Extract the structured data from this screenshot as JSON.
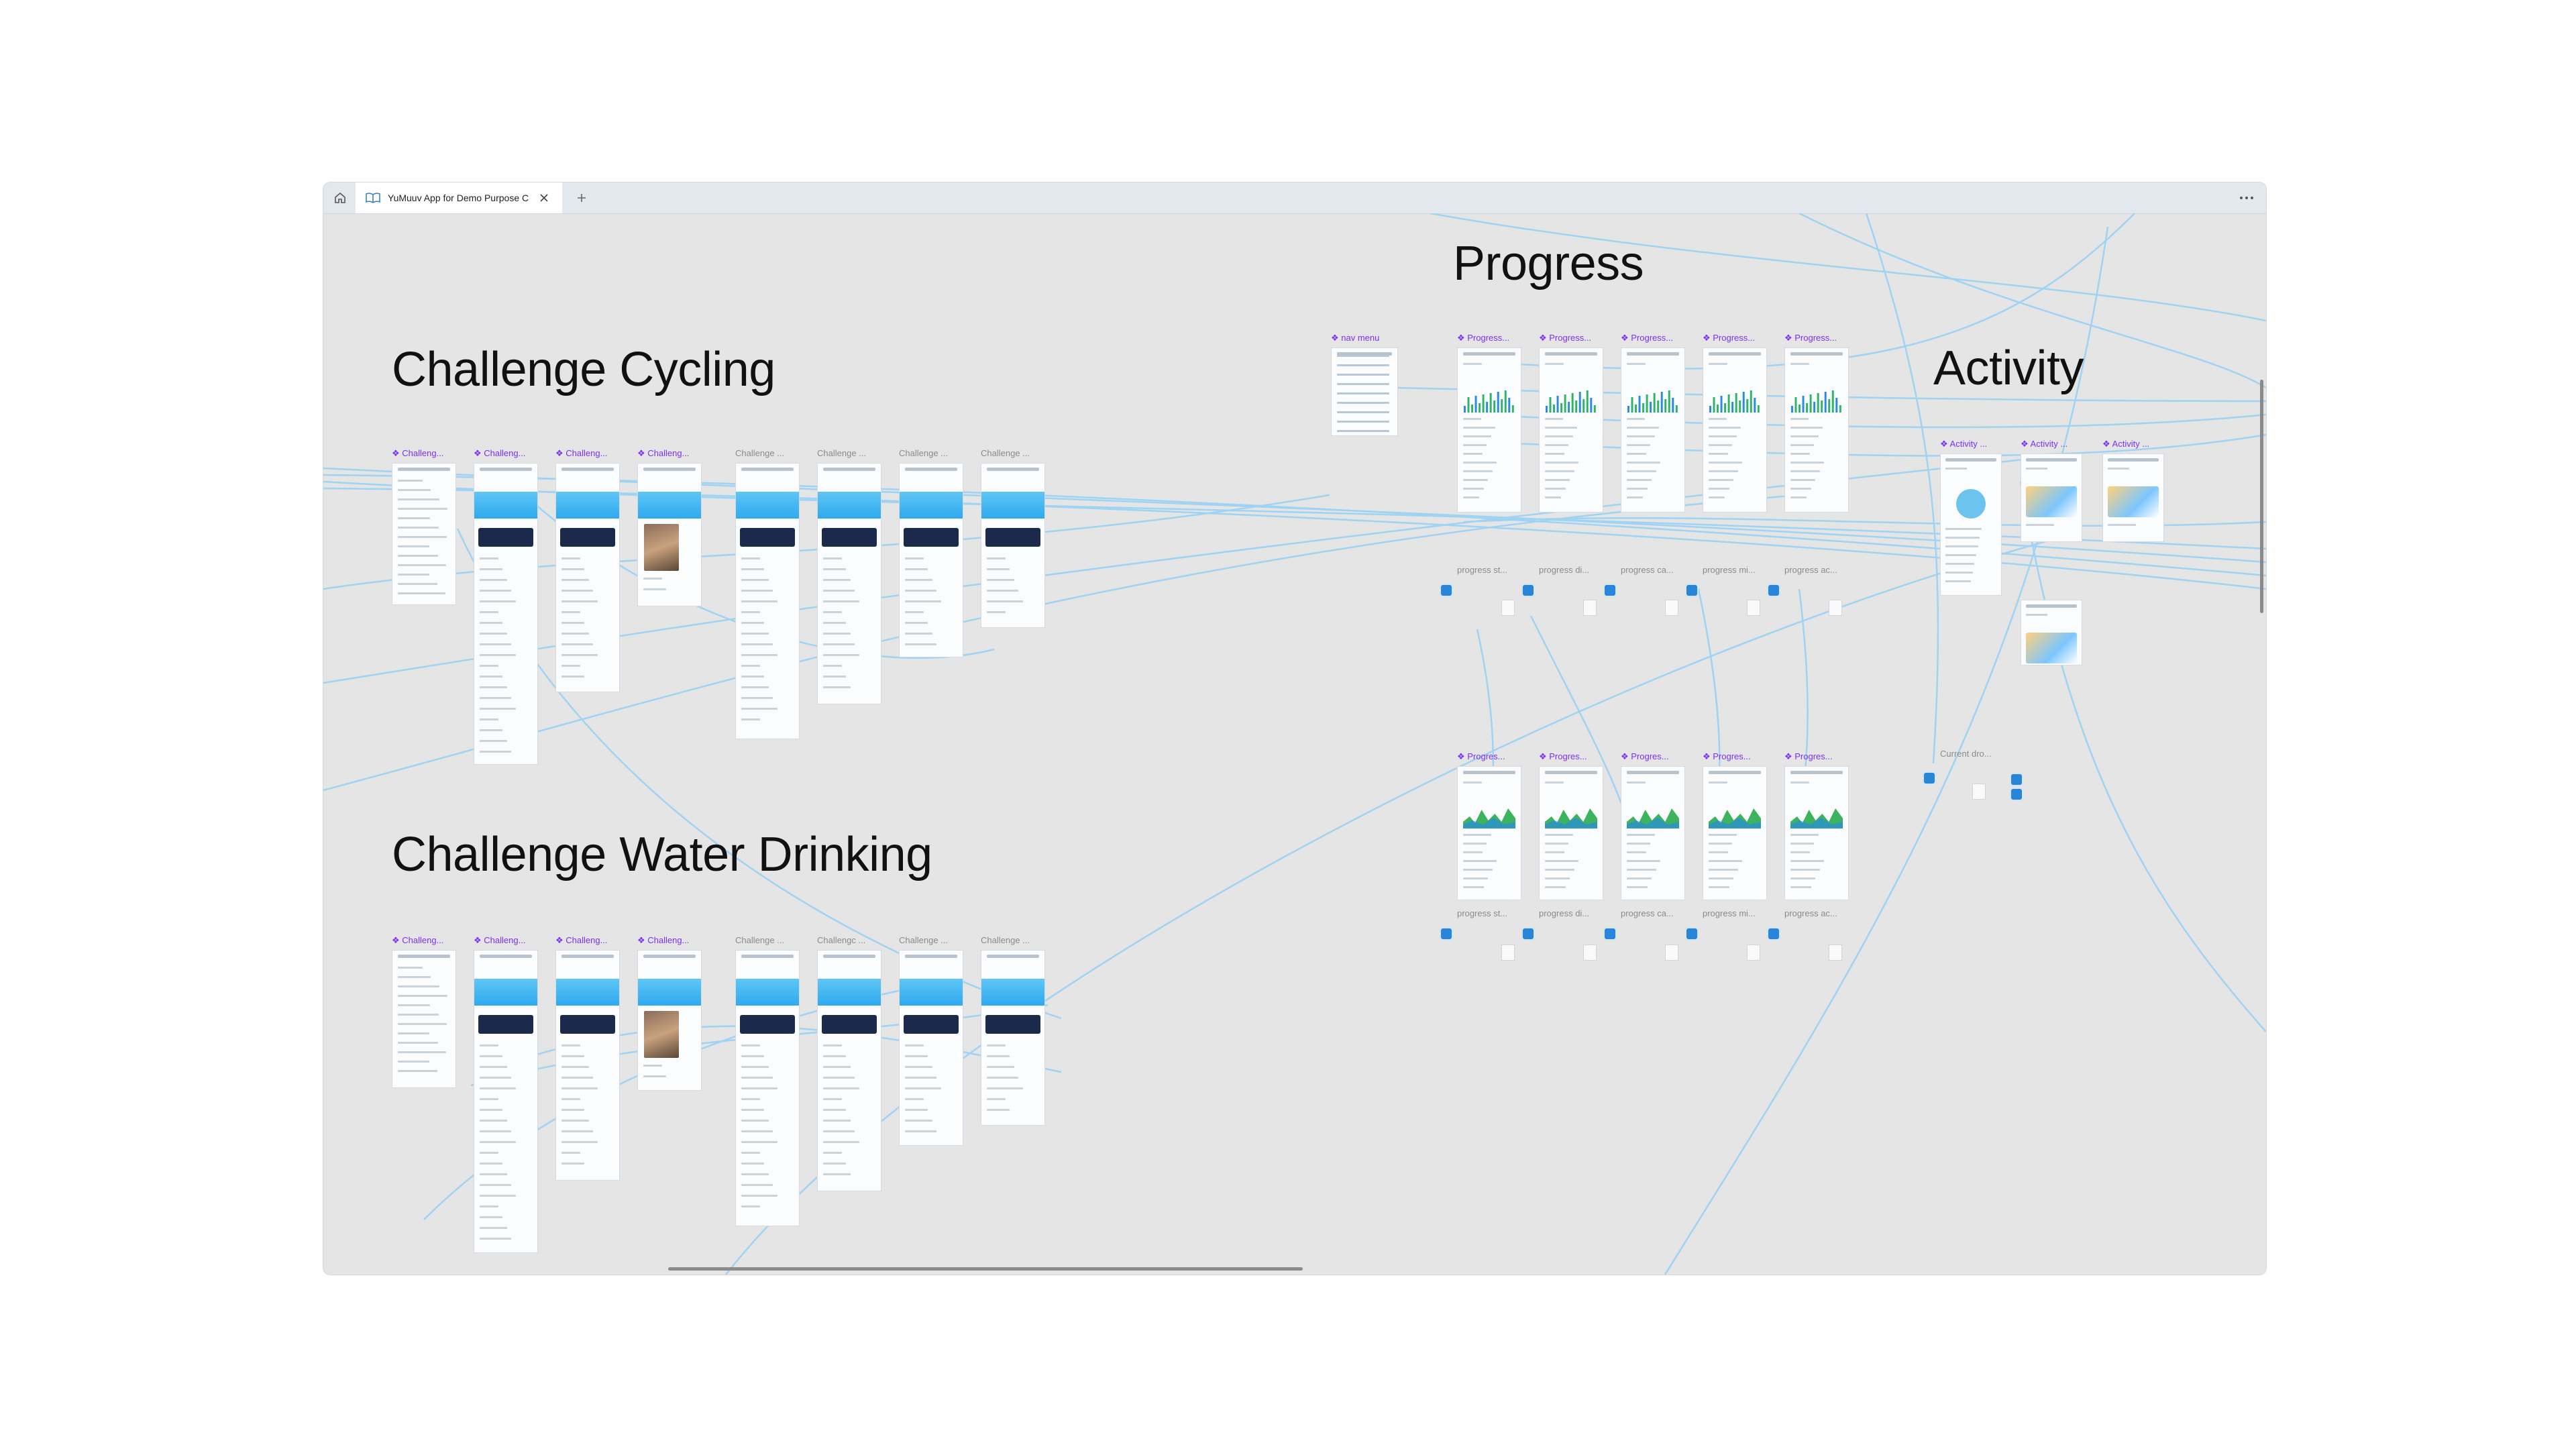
{
  "tab": {
    "title": "YuMuuv App for Demo Purpose C",
    "home_icon": "home-icon",
    "doc_icon": "book-open-icon",
    "close_icon": "close-icon",
    "new_tab_icon": "plus-icon",
    "more_icon": "more-horizontal-icon"
  },
  "canvas": {
    "background": "#e5e5e5",
    "wire_color": "#9fd3f3",
    "component_label_color": "#7b2ff7",
    "sections": {
      "challenge_cycling": "Challenge Cycling",
      "challenge_water": "Challenge Water Drinking",
      "progress": "Progress",
      "activity": "Activity"
    },
    "labels": {
      "challeng": "Challeng...",
      "challenge": "Challenge ...",
      "challenge_water_short": "Challenge ...",
      "challenge_water_alt": "Challenge ...",
      "challenge_water_c": "Challenge ...",
      "challenge_water_d": "Challenge ...",
      "challenge_water_b": "Challengc ...",
      "nav_menu": "nav menu",
      "progress": "Progress...",
      "progres": "Progres...",
      "activity": "Activity ...",
      "current_dro": "Current dro...",
      "progress_st": "progress st...",
      "progress_di": "progress di...",
      "progress_ca": "progress ca...",
      "progress_mi": "progress mi...",
      "progress_ac": "progress ac...",
      "progress_ac2": "progress ac..."
    }
  }
}
